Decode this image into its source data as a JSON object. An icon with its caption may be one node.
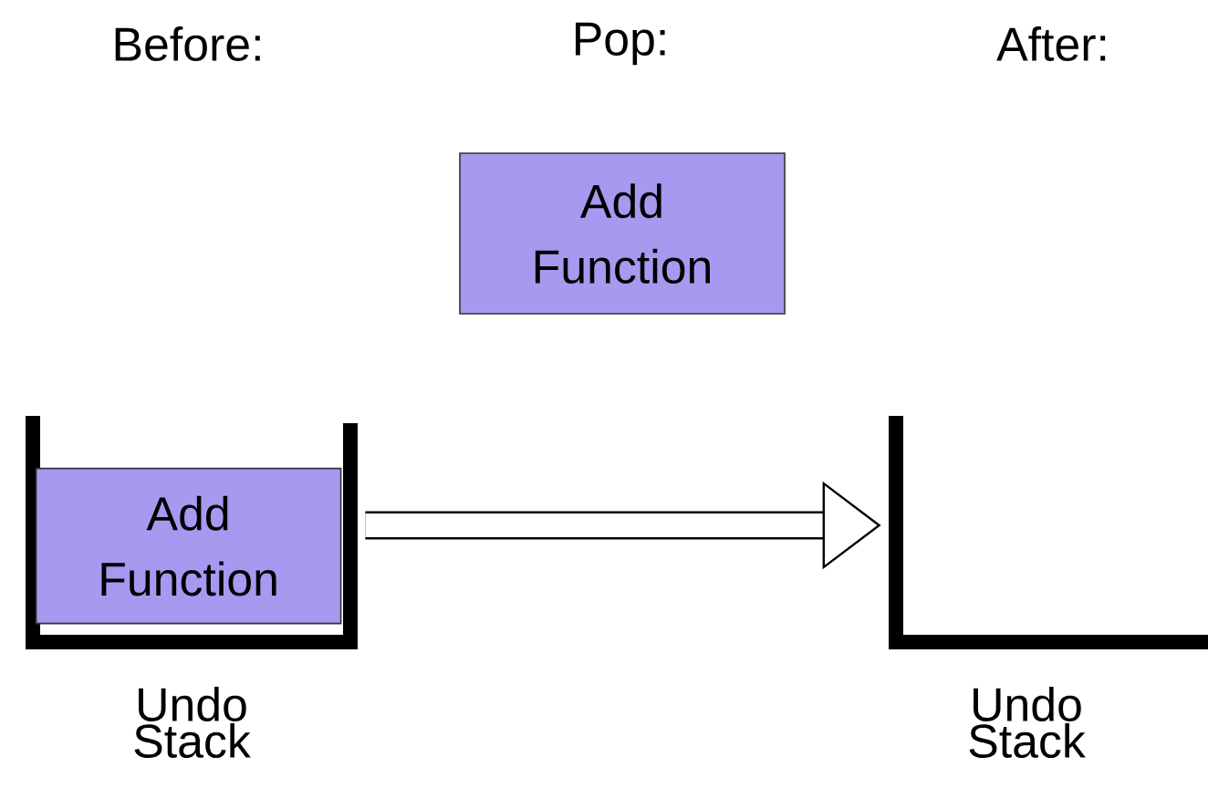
{
  "diagram": {
    "nodes": [
      {
        "text": [
          "Undo Stack"
        ]
      },
      {
        "text": [
          "Add Function"
        ],
        "in": 0
      },
      {
        "text": [
          "Add Function"
        ]
      },
      {
        "text": [
          "Undo Stack"
        ]
      }
    ],
    "edges": [
      {
        "from": 0,
        "to": 3,
        "arrow": "to"
      }
    ],
    "labels": [
      "Before:",
      "Pop:",
      "After:"
    ]
  }
}
